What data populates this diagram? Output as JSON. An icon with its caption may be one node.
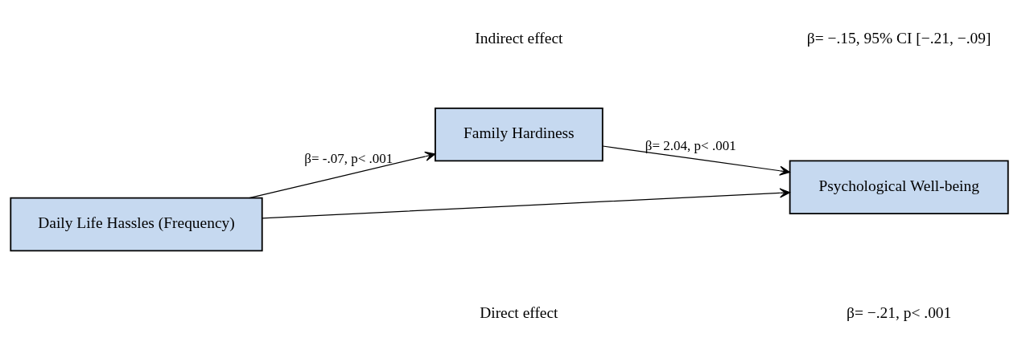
{
  "diagram": {
    "nodes": [
      {
        "text": [
          "Family Hardiness"
        ]
      },
      {
        "text": [
          "Daily Life Hassles (Frequency)"
        ]
      },
      {
        "text": [
          "Psychological Well-being"
        ]
      }
    ],
    "edges": [
      {
        "from": 1,
        "to": 0,
        "arrow": "to",
        "label": "β= -.07, p< .001"
      },
      {
        "from": 0,
        "to": 2,
        "arrow": "to",
        "label": "β= 2.04, p< .001"
      },
      {
        "from": 1,
        "to": 2,
        "arrow": "to"
      }
    ],
    "labels": [
      "Direct effect",
      "β= −.21, p< .001",
      "Indirect effect",
      "β= −.15, 95% CI [−.21, −.09]"
    ]
  }
}
